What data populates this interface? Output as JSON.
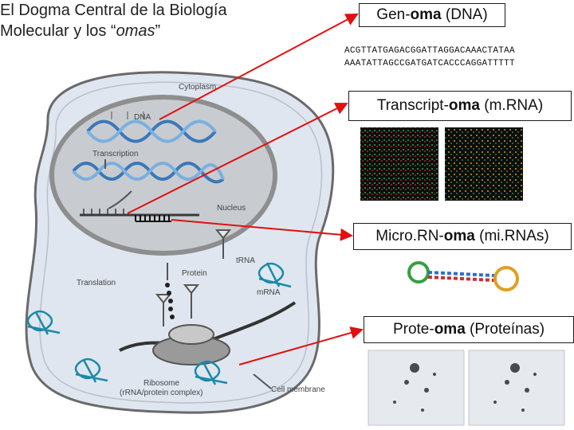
{
  "title": {
    "line1": "El Dogma Central de la Biología",
    "line2_prefix": "Molecular y los “",
    "line2_italic": "omas",
    "line2_suffix": "”"
  },
  "omics": {
    "genoma": {
      "prefix": "Gen-",
      "bold": "oma",
      "suffix": " (DNA)"
    },
    "sequence_line1": "ACGTTATGAGACGGATTAGGACAAACTATAA",
    "sequence_line2": "AAATATTAGCCGATGATCACCCAGGATTTTT",
    "transcriptoma": {
      "prefix": "Transcript-",
      "bold": "oma",
      "suffix": " (m.RNA)"
    },
    "micro": {
      "prefix": "Micro.RN-",
      "bold": "oma",
      "suffix": " (mi.RNAs)"
    },
    "proteoma": {
      "prefix": "Prote-",
      "bold": "oma",
      "suffix": " (Proteínas)"
    }
  },
  "cell_labels": {
    "cytoplasm": "Cytoplasm",
    "dna": "DNA",
    "transcription": "Transcription",
    "nucleus": "Nucleus",
    "protein": "Protein",
    "trna": "tRNA",
    "translation": "Translation",
    "mrna": "mRNA",
    "ribosome": "Ribosome",
    "ribosome_note": "(rRNA/protein complex)",
    "cell_membrane": "Cell membrane"
  },
  "colors": {
    "arrow": "#e01010",
    "cell_fill": "#dfe6ef",
    "nucleus_fill": "#c8ccd0",
    "dna_blue": "#3a78b8"
  }
}
